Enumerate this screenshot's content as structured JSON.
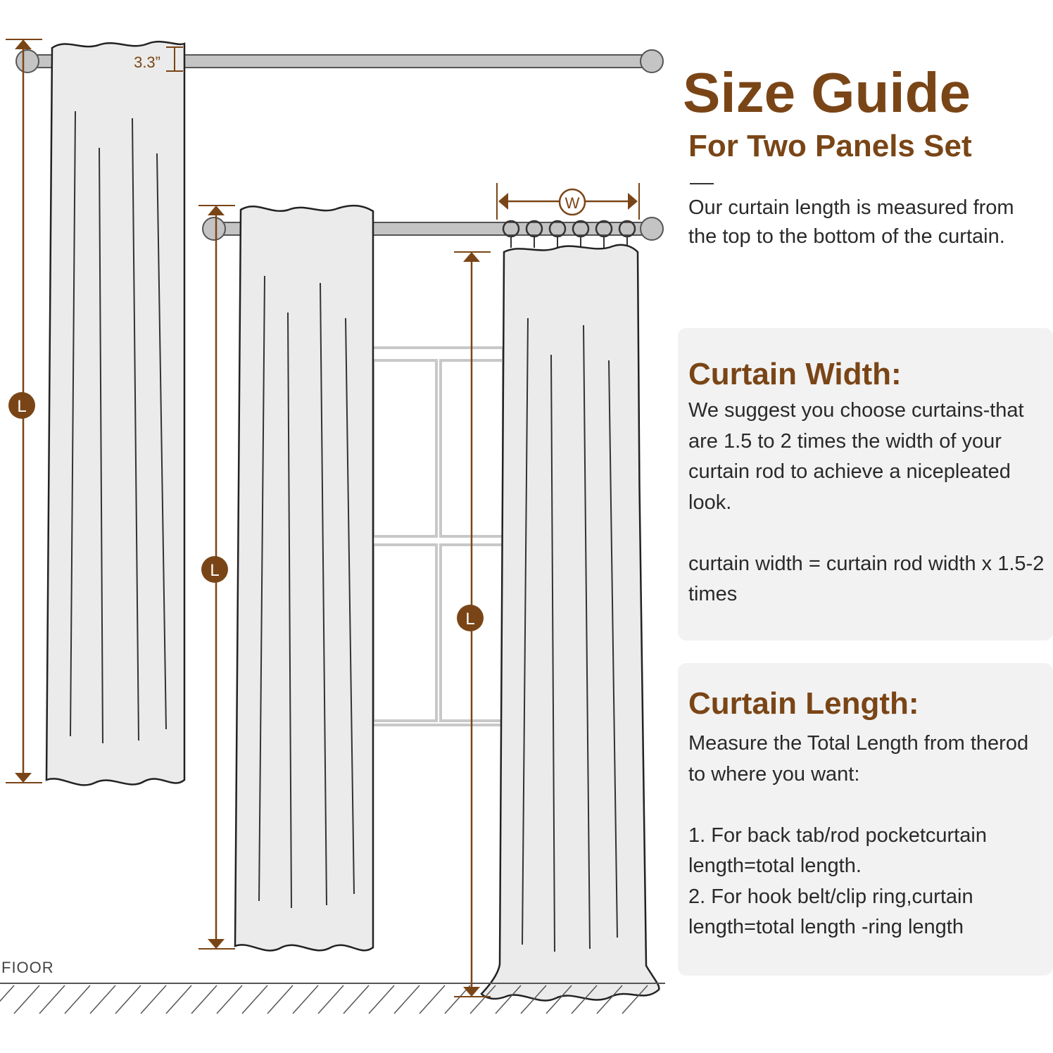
{
  "header": {
    "title": "Size Guide",
    "subtitle": "For Two Panels Set",
    "intro": "Our curtain length is measured from the top to the bottom of the curtain."
  },
  "width_card": {
    "title": "Curtain Width:",
    "body": "We suggest you choose curtains-that are 1.5 to 2 times the width of your curtain rod to achieve a nicepleated look.\n\ncurtain width = curtain rod width x 1.5-2 times"
  },
  "length_card": {
    "title": "Curtain Length:",
    "body": "Measure the Total Length from therod to where you want:\n\n1. For back tab/rod pocketcurtain length=total length.\n2. For hook belt/clip ring,curtain length=total length -ring length"
  },
  "diagram": {
    "gap_label": "3.3”",
    "width_marker": "W",
    "length_marker": "L",
    "floor_label": "FIOOR"
  },
  "colors": {
    "accent": "#7a4516",
    "curtain": "#ebebeb",
    "rod": "#c0c0c0",
    "card": "#f2f2f2"
  }
}
